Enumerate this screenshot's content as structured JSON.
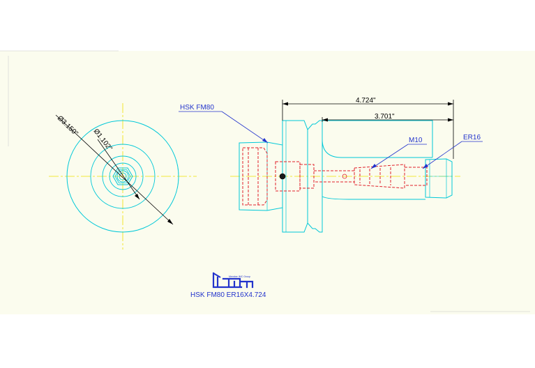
{
  "drawing": {
    "view_label": "HSK FM80",
    "part_number": "HSK FM80 ER16X4.724",
    "logo_text": "Iscar",
    "logo_subtext": "Member IMC Group"
  },
  "dimensions": {
    "overall_length": "4.724\"",
    "gauge_length": "3.701\"",
    "outer_diameter": "Ø3.150\"",
    "inner_diameter": "Ø1.102\""
  },
  "callouts": {
    "thread": "M10",
    "collet": "ER16"
  },
  "colors": {
    "background": "#fbfcee",
    "outline": "#00c8d8",
    "hidden": "#e0202a",
    "centerline": "#f0e000",
    "dimension": "#000000",
    "leader": "#2233cc"
  }
}
